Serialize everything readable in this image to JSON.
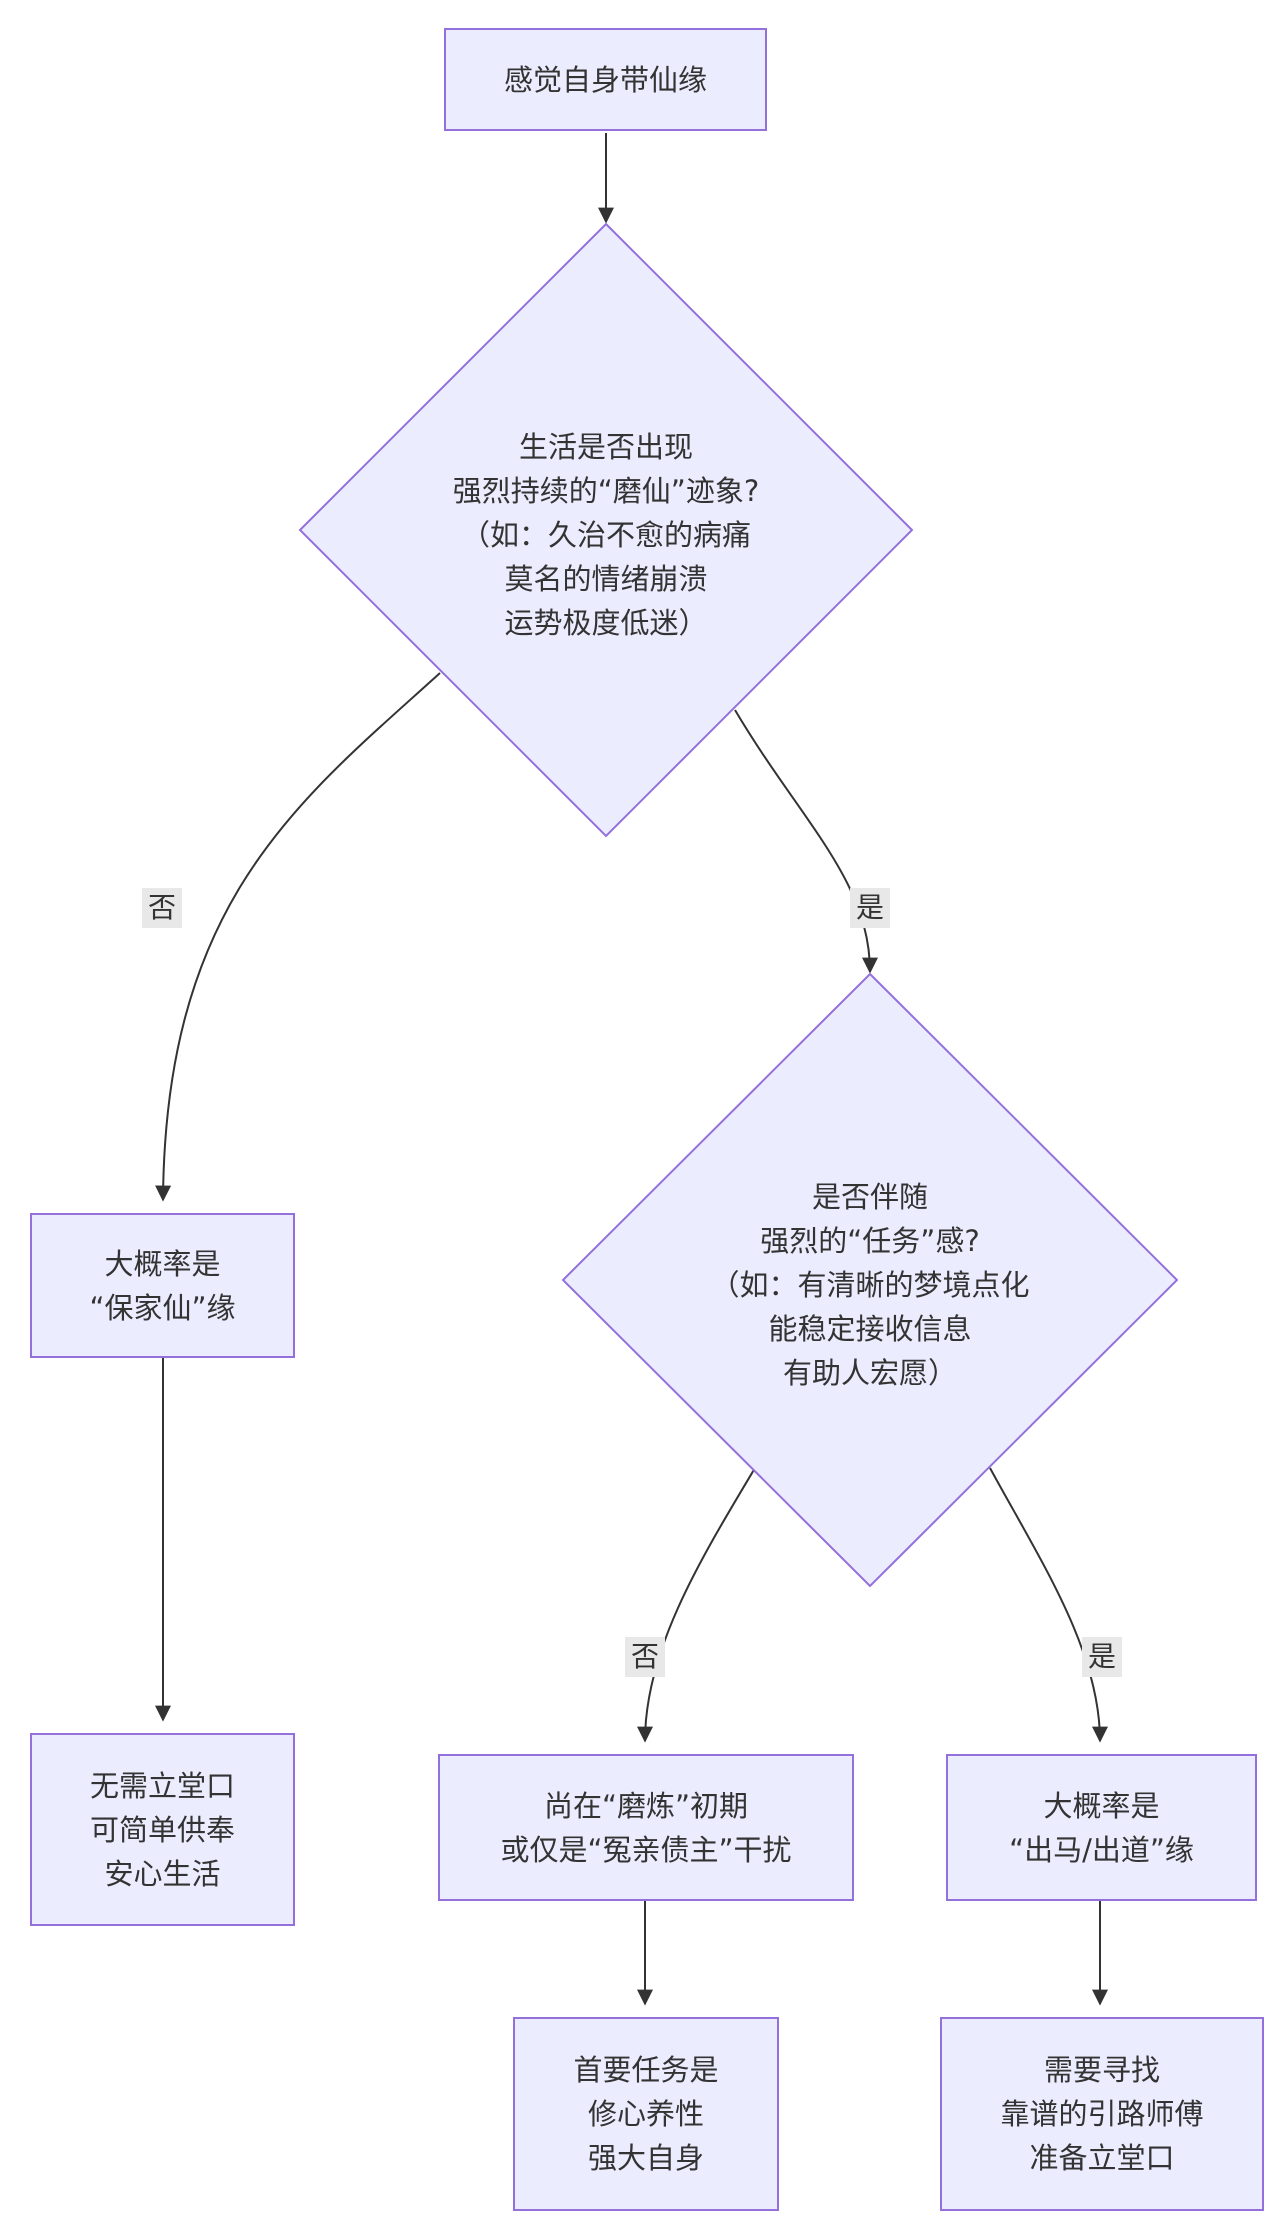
{
  "colors": {
    "node_fill": "#ECECFF",
    "node_border": "#9370DB",
    "edge": "#333333",
    "edge_label_bg": "#E8E8E8"
  },
  "nodes": {
    "start": {
      "lines": [
        "感觉自身带仙缘"
      ]
    },
    "decision1": {
      "lines": [
        "生活是否出现",
        "强烈持续的“磨仙”迹象?",
        "（如：久治不愈的病痛",
        "莫名的情绪崩溃",
        "运势极度低迷）"
      ]
    },
    "baojiaxian": {
      "lines": [
        "大概率是",
        "“保家仙”缘"
      ]
    },
    "no_tang": {
      "lines": [
        "无需立堂口",
        "可简单供奉",
        "安心生活"
      ]
    },
    "decision2": {
      "lines": [
        "是否伴随",
        "强烈的“任务”感?",
        "（如：有清晰的梦境点化",
        "能稳定接收信息",
        "有助人宏愿）"
      ]
    },
    "molian": {
      "lines": [
        "尚在“磨炼”初期",
        "或仅是“冤亲债主”干扰"
      ]
    },
    "xiuxin": {
      "lines": [
        "首要任务是",
        "修心养性",
        "强大自身"
      ]
    },
    "chuma": {
      "lines": [
        "大概率是",
        "“出马/出道”缘"
      ]
    },
    "find_master": {
      "lines": [
        "需要寻找",
        "靠谱的引路师傅",
        "准备立堂口"
      ]
    }
  },
  "edges": {
    "d1_no": "否",
    "d1_yes": "是",
    "d2_no": "否",
    "d2_yes": "是"
  }
}
